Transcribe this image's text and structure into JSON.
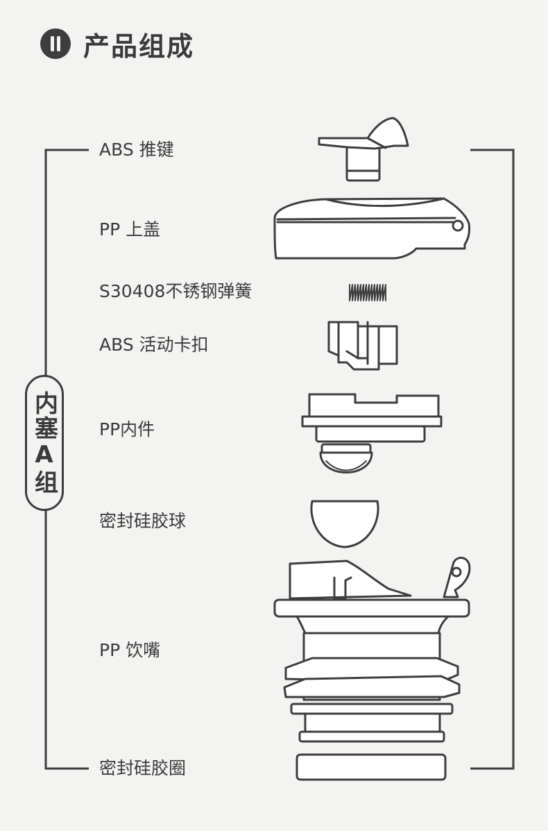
{
  "header": {
    "title": "产品组成"
  },
  "group": {
    "name": "内塞A组"
  },
  "parts": [
    {
      "label": "ABS 推键"
    },
    {
      "label": "PP 上盖"
    },
    {
      "label": "S30408不锈钢弹簧"
    },
    {
      "label": "ABS 活动卡扣"
    },
    {
      "label": "PP内件"
    },
    {
      "label": "密封硅胶球"
    },
    {
      "label": "PP 饮嘴"
    },
    {
      "label": "密封硅胶圈"
    }
  ]
}
